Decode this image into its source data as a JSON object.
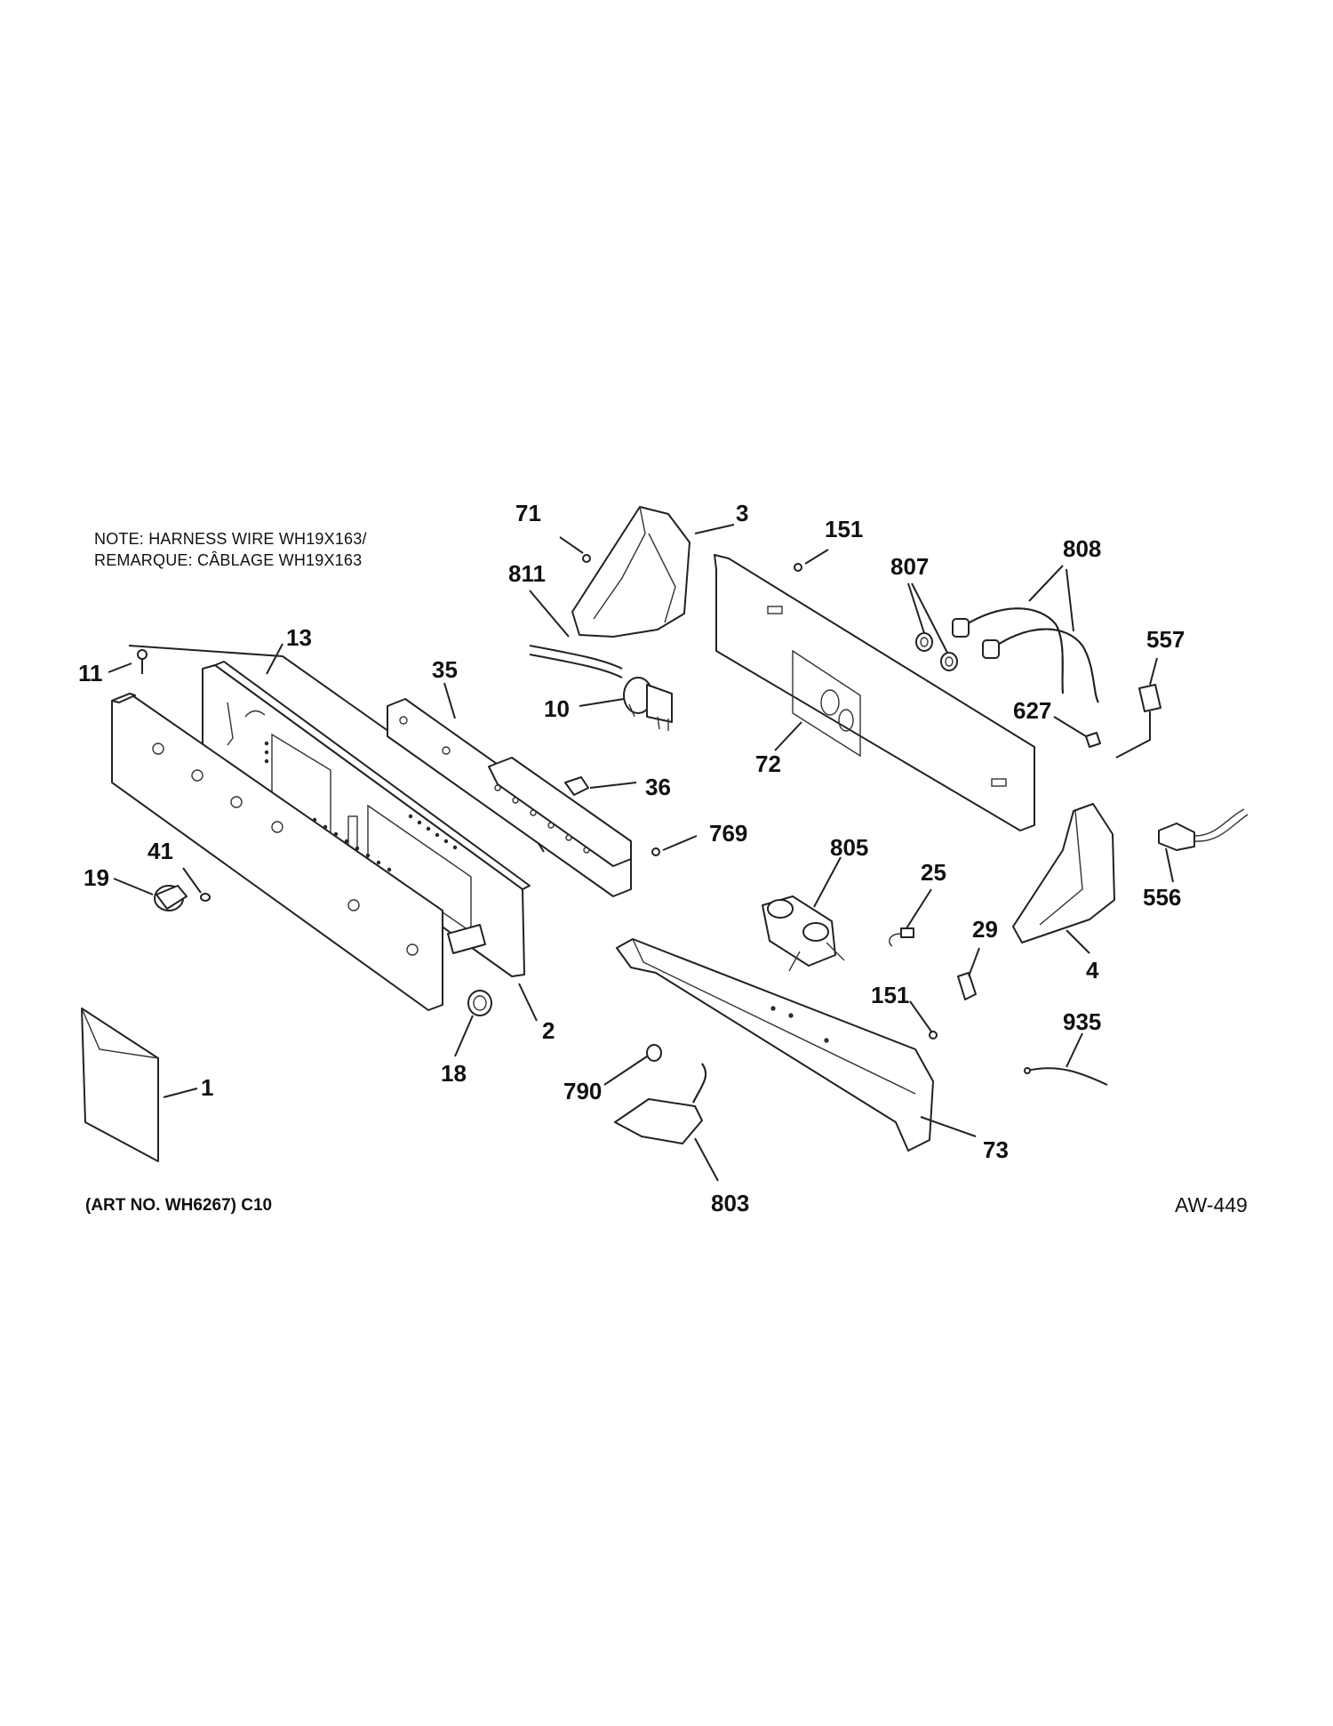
{
  "note": {
    "line1": "NOTE: HARNESS WIRE WH19X163/",
    "line2": "REMARQUE: CÂBLAGE WH19X163"
  },
  "footer": {
    "art_number": "(ART NO. WH6267) C10",
    "diagram_code": "AW-449"
  },
  "part_labels": {
    "p71": "71",
    "p3": "3",
    "p151a": "151",
    "p807": "807",
    "p808": "808",
    "p811": "811",
    "p13": "13",
    "p35": "35",
    "p11": "11",
    "p557": "557",
    "p10": "10",
    "p627": "627",
    "p72": "72",
    "p36": "36",
    "p769": "769",
    "p805": "805",
    "p41": "41",
    "p25": "25",
    "p19": "19",
    "p556": "556",
    "p29": "29",
    "p4": "4",
    "p151b": "151",
    "p2": "2",
    "p935": "935",
    "p18": "18",
    "p1": "1",
    "p790": "790",
    "p73": "73",
    "p803": "803"
  }
}
